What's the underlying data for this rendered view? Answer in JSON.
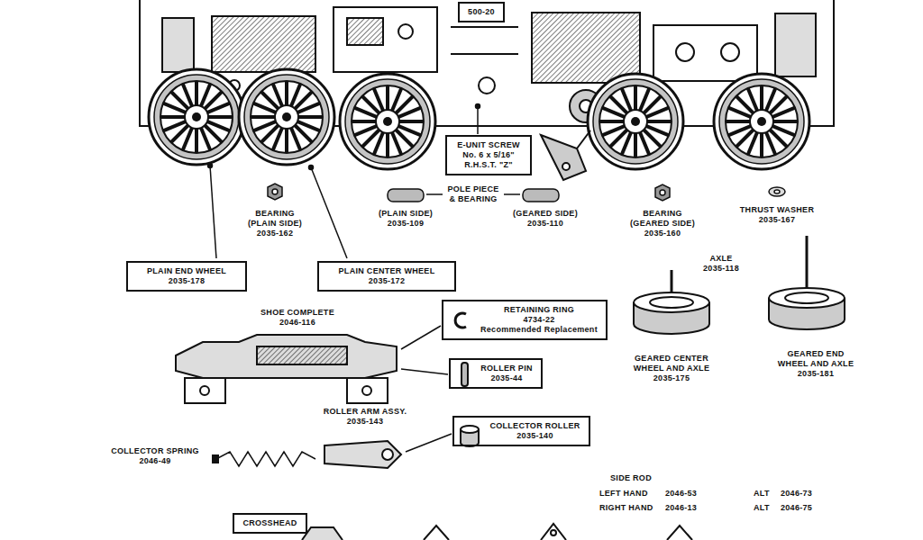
{
  "diagram": {
    "nodes": [
      {
        "text": [
          "500-20"
        ]
      },
      {
        "text": [
          "E-UNIT SCREW",
          "No. 6 x 5/16\" R.H.S.T. \"Z\""
        ]
      },
      {
        "text": [
          "PLAIN END WHEEL",
          "2035-178"
        ]
      },
      {
        "text": [
          "PLAIN CENTER WHEEL",
          "2035-172"
        ]
      },
      {
        "text": [
          "RETAINING RING",
          "4734-22",
          "Recommended Replacement"
        ]
      },
      {
        "text": [
          "ROLLER PIN",
          "2035-44"
        ]
      },
      {
        "text": [
          "COLLECTOR ROLLER",
          "2035-140"
        ]
      },
      {
        "text": [
          "CROSSHEAD"
        ]
      }
    ],
    "labels": [
      "BEARING (PLAIN SIDE) 2035-162",
      "POLE PIECE & BEARING",
      "(PLAIN SIDE) 2035-109",
      "(GEARED SIDE) 2035-110",
      "BEARING (GEARED SIDE) 2035-160",
      "THRUST WASHER 2035-167",
      "AXLE 2035-118",
      "SHOE COMPLETE 2046-116",
      "GEARED CENTER WHEEL AND AXLE 2035-175",
      "GEARED END WHEEL AND AXLE 2035-181",
      "ROLLER ARM ASSY. 2035-143",
      "COLLECTOR SPRING 2046-49",
      "SIDE ROD",
      "LEFT HAND",
      "2046-53",
      "ALT",
      "2046-73",
      "RIGHT HAND",
      "2046-13",
      "ALT",
      "2046-75"
    ]
  }
}
